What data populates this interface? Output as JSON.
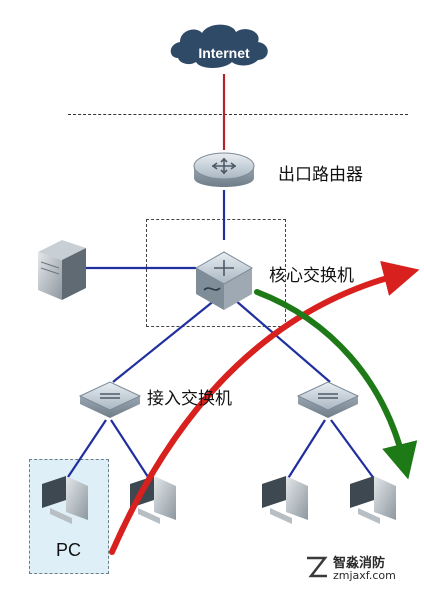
{
  "internet_label": "Internet",
  "labels": {
    "exit_router": "出口路由器",
    "core_switch": "核心交换机",
    "access_switch": "接入交换机",
    "pc": "PC"
  },
  "watermark": {
    "cn": "智淼消防",
    "en": "zmjaxf.com"
  },
  "colors": {
    "uplink": "#b8232a",
    "link": "#1f2f9e",
    "red_arrow": "#d8201e",
    "green_arrow": "#1e7a17",
    "cloud": "#2f4a66"
  }
}
